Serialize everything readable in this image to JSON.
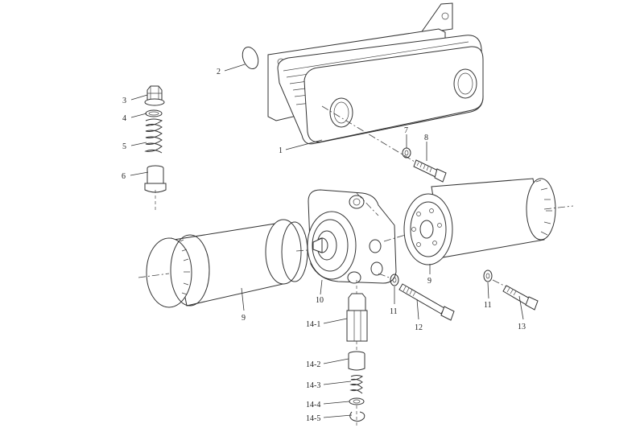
{
  "labels": {
    "p1": "1",
    "p2": "2",
    "p3": "3",
    "p4": "4",
    "p5": "5",
    "p6": "6",
    "p7": "7",
    "p8": "8",
    "p9a": "9",
    "p9b": "9",
    "p10": "10",
    "p11a": "11",
    "p11b": "11",
    "p12": "12",
    "p13": "13",
    "p14_1": "14-1",
    "p14_2": "14-2",
    "p14_3": "14-3",
    "p14_4": "14-4",
    "p14_5": "14-5"
  }
}
